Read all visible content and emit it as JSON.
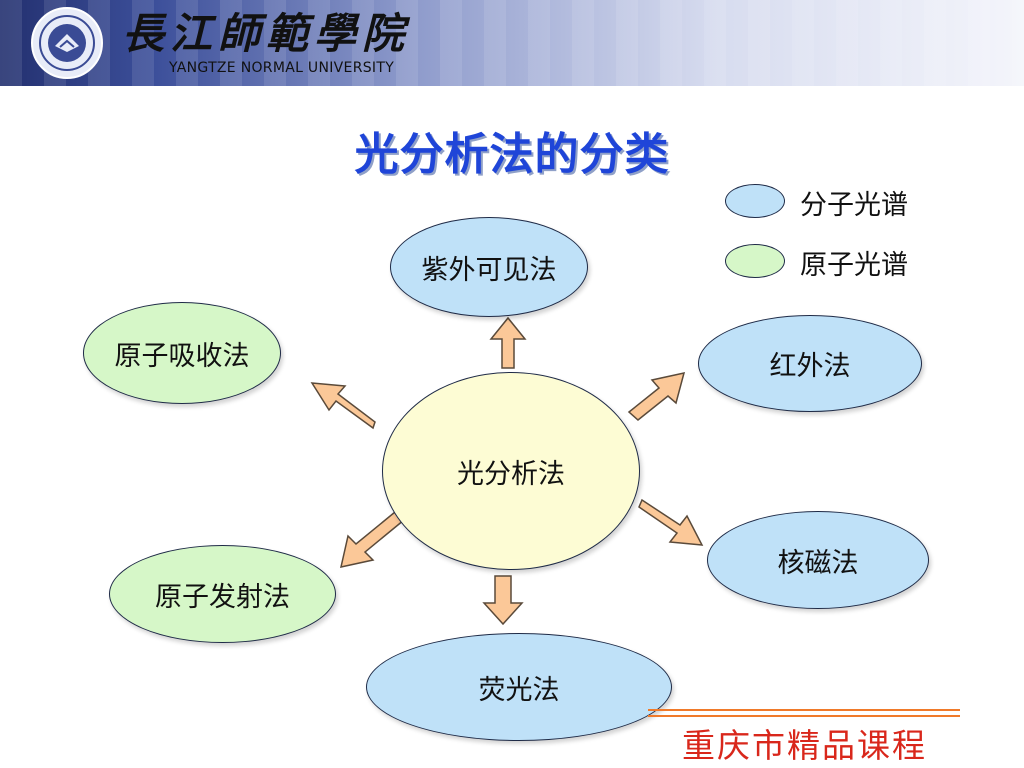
{
  "header": {
    "logo_icon": "university-seal-icon",
    "brand_cn": "長江師範學院",
    "brand_en": "YANGTZE NORMAL UNIVERSITY"
  },
  "title": "光分析法的分类",
  "legend": {
    "molecular": "分子光谱",
    "atomic": "原子光谱"
  },
  "diagram": {
    "center": "光分析法",
    "nodes": {
      "uv_vis": "紫外可见法",
      "infrared": "红外法",
      "nmr": "核磁法",
      "fluorescence": "荧光法",
      "atomic_emission": "原子发射法",
      "atomic_absorption": "原子吸收法"
    }
  },
  "footer": "重庆市精品课程",
  "colors": {
    "molecular": "#bfe1f8",
    "atomic": "#d6f7c8",
    "center": "#fdfcd4",
    "arrow_fill": "#fbc898",
    "title": "#1f45d8",
    "footer": "#d9271b"
  }
}
